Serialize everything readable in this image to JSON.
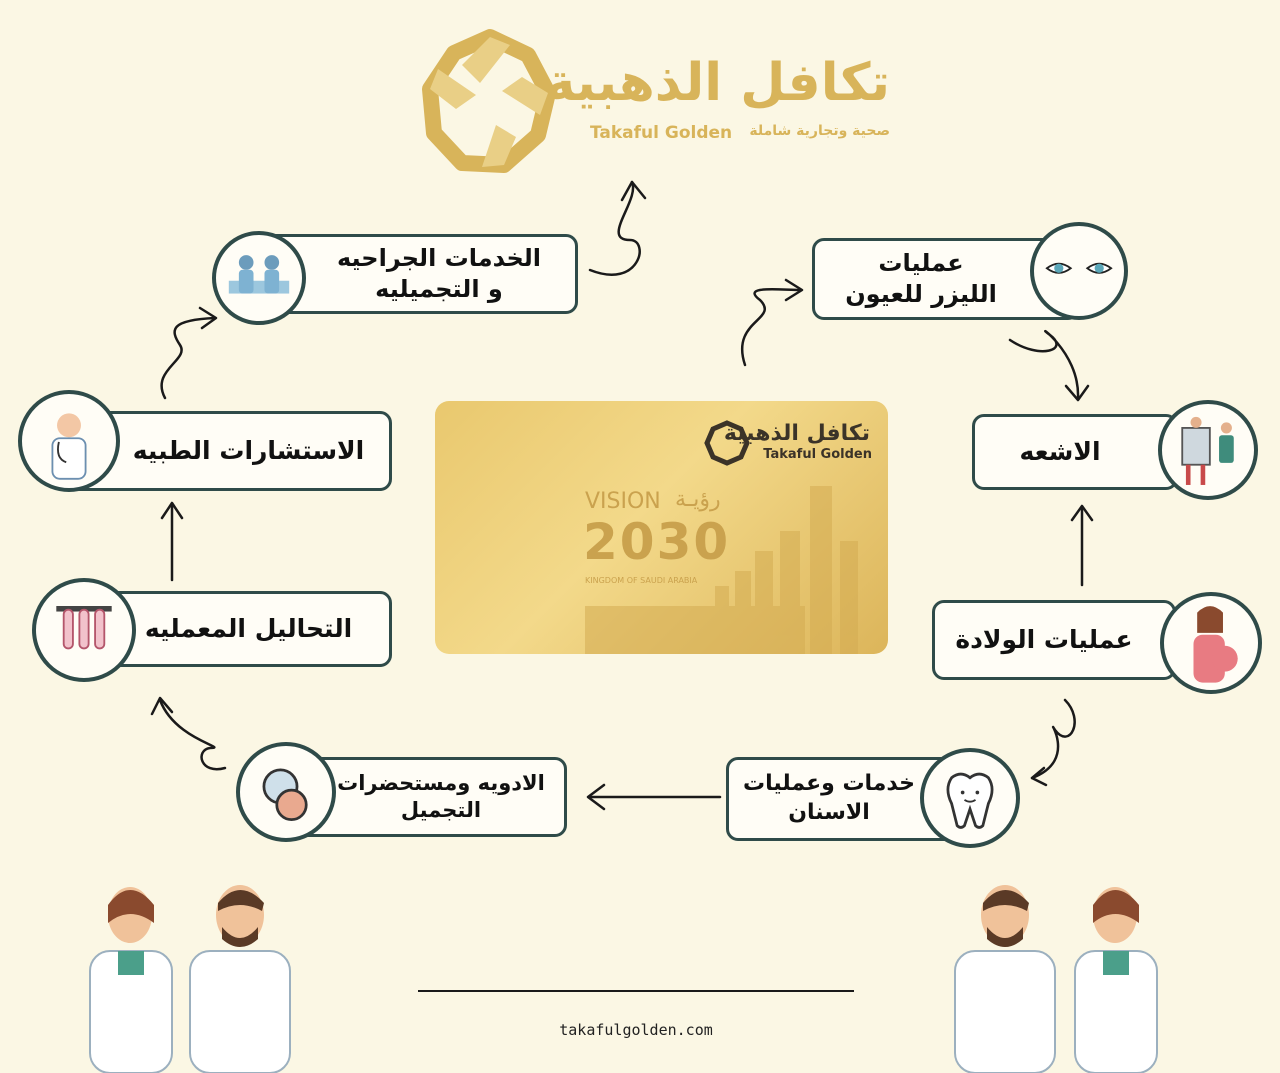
{
  "brand": {
    "name_ar": "تكافل الذهبية",
    "name_en": "Takaful Golden",
    "tagline_ar": "صحية وتجارية شاملة",
    "gold": "#d8b45a"
  },
  "card": {
    "name_ar": "تكافل الذهبية",
    "name_en": "Takaful Golden",
    "vision_en": "VISION",
    "vision_ar": "رؤيـة",
    "vision_year": "2030",
    "kingdom_en": "KINGDOM OF SAUDI ARABIA"
  },
  "services": {
    "surgery": "الخدمات الجراحيه\nو التجميليه",
    "laser": "عمليات\nالليزر للعيون",
    "consult": "الاستشارات الطبيه",
    "xray": "الاشعه",
    "lab": "التحاليل المعمليه",
    "birth": "عمليات الولادة",
    "meds": "الادويه ومستحضرات\nالتجميل",
    "dental": "خدمات وعمليات\nالاسنان"
  },
  "footer": {
    "website": "takafulgolden.com"
  },
  "colors": {
    "background": "#fbf7e4",
    "border": "#2f4b49",
    "card_gold": "#e6c46a"
  }
}
